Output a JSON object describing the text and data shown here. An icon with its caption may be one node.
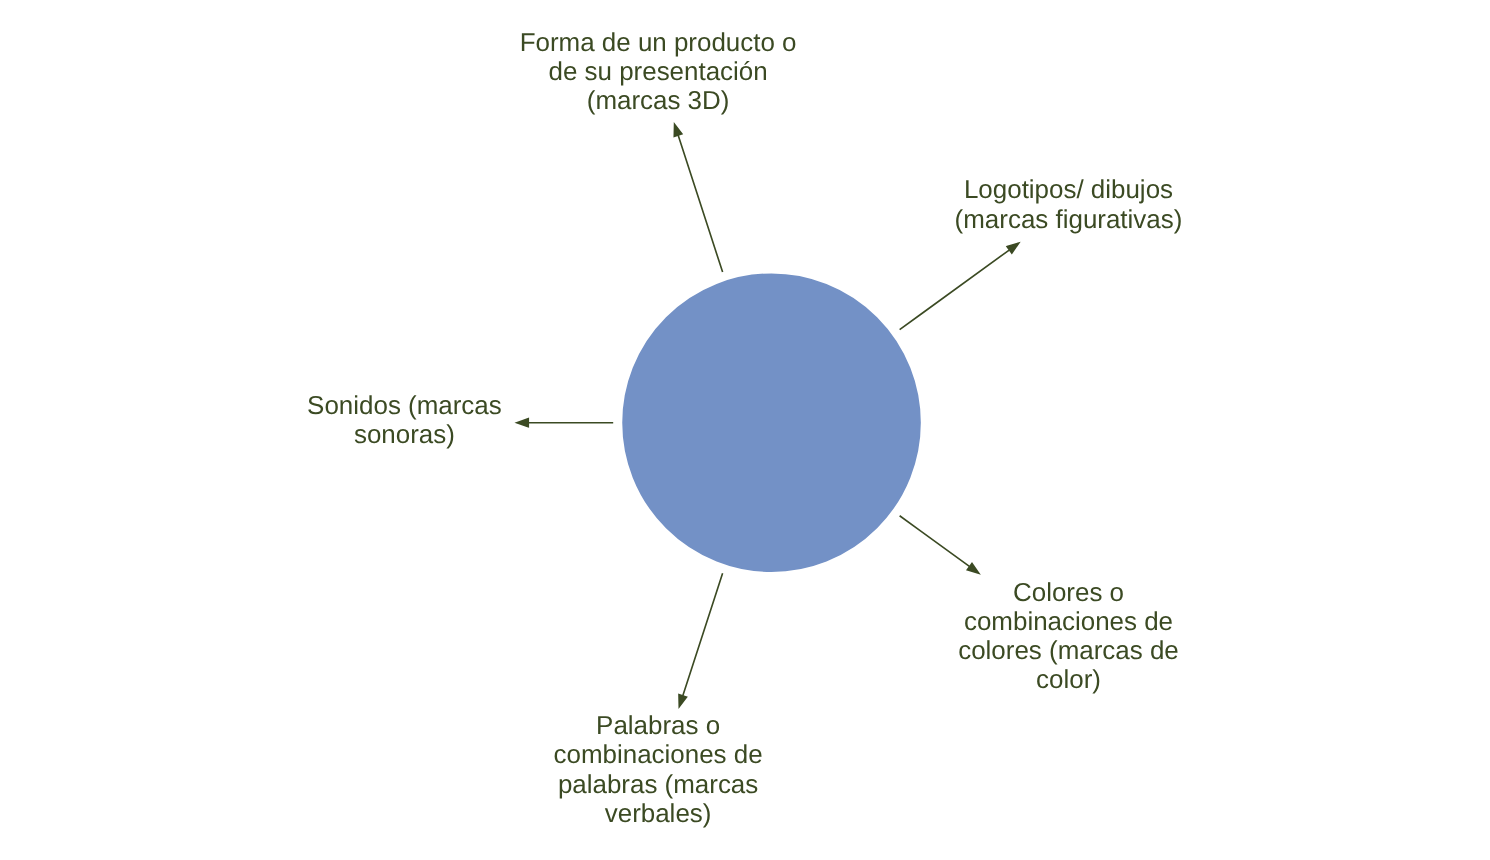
{
  "diagram": {
    "nodes": [
      {
        "text": [],
        "shape": "circle"
      },
      {
        "text": [
          "Logotipos/ dibujos (marcas figurativas)"
        ]
      },
      {
        "text": [
          "Forma de un producto o de su presentación (marcas 3D)"
        ]
      },
      {
        "text": [
          "Sonidos (marcas sonoras)"
        ]
      },
      {
        "text": [
          "Palabras o combinaciones de palabras (marcas verbales)"
        ]
      },
      {
        "text": [
          "Colores o combinaciones de colores (marcas de color)"
        ]
      }
    ],
    "edges": [
      {
        "from": 0,
        "to": 1,
        "arrow": "to"
      },
      {
        "from": 0,
        "to": 2,
        "arrow": "to"
      },
      {
        "from": 0,
        "to": 3,
        "arrow": "to"
      },
      {
        "from": 0,
        "to": 4,
        "arrow": "to"
      },
      {
        "from": 0,
        "to": 5,
        "arrow": "to"
      }
    ]
  }
}
